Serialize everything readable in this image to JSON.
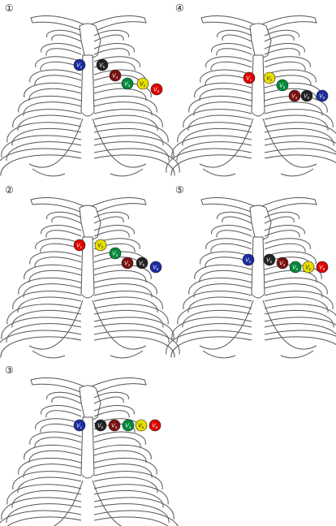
{
  "colors": {
    "V1": "#1a2aa0",
    "V2": "#e8e000",
    "V3": "#008a3a",
    "V4": "#7a1010",
    "V5": "#222222",
    "V6": "#e00000"
  },
  "panels": [
    {
      "number": "①",
      "electrodes": [
        {
          "lead": "V",
          "sub": "1",
          "color_key": "V1"
        },
        {
          "lead": "V",
          "sub": "5",
          "color_key": "V5"
        },
        {
          "lead": "V",
          "sub": "4",
          "color_key": "V4"
        },
        {
          "lead": "V",
          "sub": "3",
          "color_key": "V3"
        },
        {
          "lead": "V",
          "sub": "2",
          "color_key": "V2"
        },
        {
          "lead": "V",
          "sub": "6",
          "color_key": "V6"
        }
      ]
    },
    {
      "number": "④",
      "electrodes": [
        {
          "lead": "V",
          "sub": "1",
          "color_key": "V6"
        },
        {
          "lead": "V",
          "sub": "2",
          "color_key": "V2"
        },
        {
          "lead": "V",
          "sub": "3",
          "color_key": "V3"
        },
        {
          "lead": "V",
          "sub": "4",
          "color_key": "V4"
        },
        {
          "lead": "V",
          "sub": "5",
          "color_key": "V5"
        },
        {
          "lead": "V",
          "sub": "6",
          "color_key": "V1"
        }
      ]
    },
    {
      "number": "②",
      "electrodes": [
        {
          "lead": "V",
          "sub": "1",
          "color_key": "V6"
        },
        {
          "lead": "V",
          "sub": "2",
          "color_key": "V2"
        },
        {
          "lead": "V",
          "sub": "3",
          "color_key": "V3"
        },
        {
          "lead": "V",
          "sub": "4",
          "color_key": "V4"
        },
        {
          "lead": "V",
          "sub": "5",
          "color_key": "V5"
        },
        {
          "lead": "V",
          "sub": "6",
          "color_key": "V1"
        }
      ]
    },
    {
      "number": "⑤",
      "electrodes": [
        {
          "lead": "V",
          "sub": "1",
          "color_key": "V1"
        },
        {
          "lead": "V",
          "sub": "2",
          "color_key": "V5"
        },
        {
          "lead": "V",
          "sub": "3",
          "color_key": "V4"
        },
        {
          "lead": "V",
          "sub": "4",
          "color_key": "V3"
        },
        {
          "lead": "V",
          "sub": "5",
          "color_key": "V2"
        },
        {
          "lead": "V",
          "sub": "6",
          "color_key": "V6"
        }
      ]
    },
    {
      "number": "③",
      "electrodes": [
        {
          "lead": "V",
          "sub": "1",
          "color_key": "V1"
        },
        {
          "lead": "V",
          "sub": "2",
          "color_key": "V5"
        },
        {
          "lead": "V",
          "sub": "3",
          "color_key": "V4"
        },
        {
          "lead": "V",
          "sub": "4",
          "color_key": "V3"
        },
        {
          "lead": "V",
          "sub": "5",
          "color_key": "V2"
        },
        {
          "lead": "V",
          "sub": "6",
          "color_key": "V6"
        }
      ]
    }
  ]
}
